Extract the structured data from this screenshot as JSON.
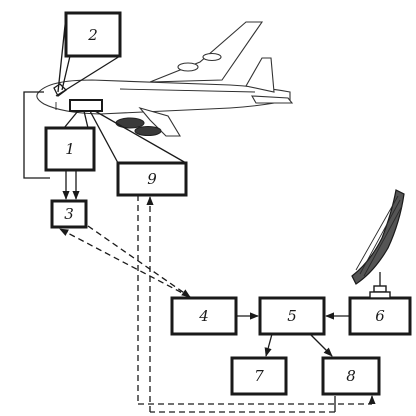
{
  "colors": {
    "ink": "#1a1a1a",
    "paper": "#ffffff"
  },
  "blocks": {
    "b1": "1",
    "b2": "2",
    "b3": "3",
    "b4": "4",
    "b5": "5",
    "b6": "6",
    "b7": "7",
    "b8": "8",
    "b9": "9"
  },
  "icons": {
    "aircraft": "aircraft-icon",
    "antenna": "radar-dish-icon"
  }
}
